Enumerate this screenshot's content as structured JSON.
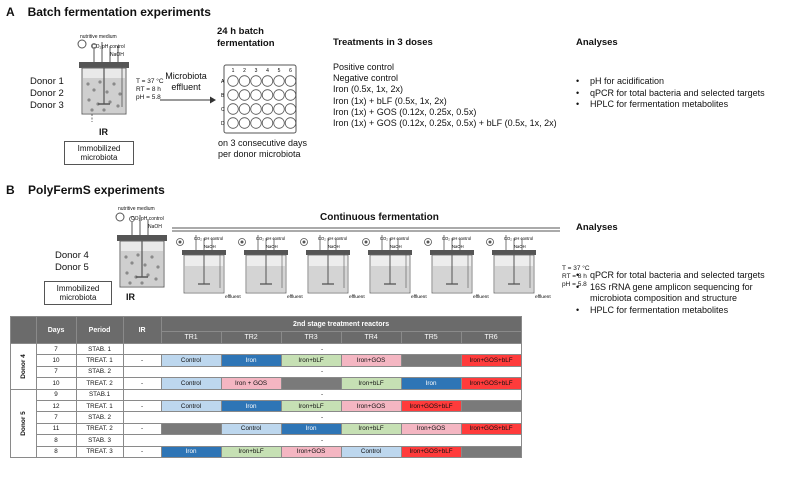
{
  "sectionA": {
    "letter": "A",
    "title": "Batch fermentation experiments",
    "donors": [
      "Donor 1",
      "Donor 2",
      "Donor 3"
    ],
    "reactor_labels": {
      "medium": "nutritive medium",
      "co2": "CO₂",
      "ph": "pH control",
      "naoh": "NaOH"
    },
    "conditions": [
      "T = 37 °C",
      "RT = 8 h",
      "pH = 5.8"
    ],
    "ir_label": "IR",
    "immobilized": [
      "Immobilized",
      "microbiota"
    ],
    "effluent": [
      "Microbiota",
      "effluent"
    ],
    "batch_title": [
      "24 h batch",
      "fermentation"
    ],
    "plate_cols": [
      "1",
      "2",
      "3",
      "4",
      "5",
      "6"
    ],
    "plate_rows": [
      "A",
      "B",
      "C",
      "D"
    ],
    "consecutive": [
      "on 3 consecutive days",
      "per donor microbiota"
    ],
    "treatments_title": "Treatments in 3 doses",
    "treatments": [
      "Positive control",
      "Negative control",
      "Iron (0.5x, 1x, 2x)",
      "Iron (1x) + bLF (0.5x, 1x, 2x)",
      "Iron (1x) + GOS (0.12x, 0.25x, 0.5x)",
      "Iron (1x) + GOS (0.12x, 0.25x, 0.5x) + bLF (0.5x, 1x, 2x)"
    ],
    "analyses_title": "Analyses",
    "analyses": [
      "pH for acidification",
      "qPCR for total bacteria and selected targets",
      "HPLC for fermentation metabolites"
    ]
  },
  "sectionB": {
    "letter": "B",
    "title": "PolyFermS experiments",
    "donors": [
      "Donor 4",
      "Donor 5"
    ],
    "immobilized": [
      "Immobilized",
      "microbiota"
    ],
    "ir_label": "IR",
    "continuous_title": "Continuous fermentation",
    "effluent_label": "effluent",
    "conditions": [
      "T = 37 °C",
      "RT = 8 h",
      "pH = 5.8"
    ],
    "analyses_title": "Analyses",
    "analyses": [
      "qPCR for total bacteria and selected targets",
      "16S rRNA gene amplicon sequencing for microbiota composition and structure",
      "HPLC for fermentation metabolites"
    ],
    "table": {
      "headers": {
        "days": "Days",
        "period": "Period",
        "ir": "IR",
        "stage": "2nd stage treatment reactors"
      },
      "reactors": [
        "TR1",
        "TR2",
        "TR3",
        "TR4",
        "TR5",
        "TR6"
      ],
      "dash": "-",
      "donor4": "Donor 4",
      "donor5": "Donor 5",
      "rows": [
        {
          "days": "7",
          "period": "STAB. 1"
        },
        {
          "days": "10",
          "period": "TREAT. 1",
          "ir": "-",
          "cells": [
            "Control",
            "Iron",
            "Iron+bLF",
            "Iron+GOS",
            "",
            "Iron+GOS+bLF"
          ]
        },
        {
          "days": "7",
          "period": "STAB. 2"
        },
        {
          "days": "10",
          "period": "TREAT. 2",
          "ir": "-",
          "cells": [
            "Control",
            "Iron + GOS",
            "",
            "Iron+bLF",
            "Iron",
            "Iron+GOS+bLF"
          ]
        },
        {
          "days": "9",
          "period": "STAB.1"
        },
        {
          "days": "12",
          "period": "TREAT. 1",
          "ir": "-",
          "cells": [
            "Control",
            "Iron",
            "Iron+bLF",
            "Iron+GOS",
            "Iron+GOS+bLF",
            ""
          ]
        },
        {
          "days": "7",
          "period": "STAB. 2"
        },
        {
          "days": "11",
          "period": "TREAT. 2",
          "ir": "-",
          "cells": [
            "",
            "Control",
            "Iron",
            "Iron+bLF",
            "Iron+GOS",
            "Iron+GOS+bLF"
          ]
        },
        {
          "days": "8",
          "period": "STAB. 3"
        },
        {
          "days": "8",
          "period": "TREAT. 3",
          "ir": "-",
          "cells": [
            "Iron",
            "Iron+bLF",
            "Iron+GOS",
            "Control",
            "Iron+GOS+bLF",
            ""
          ]
        }
      ]
    }
  },
  "colors": {
    "control": "#bdd7ee",
    "iron": "#2e75b6",
    "iron_blf": "#c6e0b4",
    "iron_gos": "#f4b6c2",
    "iron_gos_blf": "#ff3b3b",
    "empty": "#7a7a7a",
    "header": "#6b6b6b"
  }
}
